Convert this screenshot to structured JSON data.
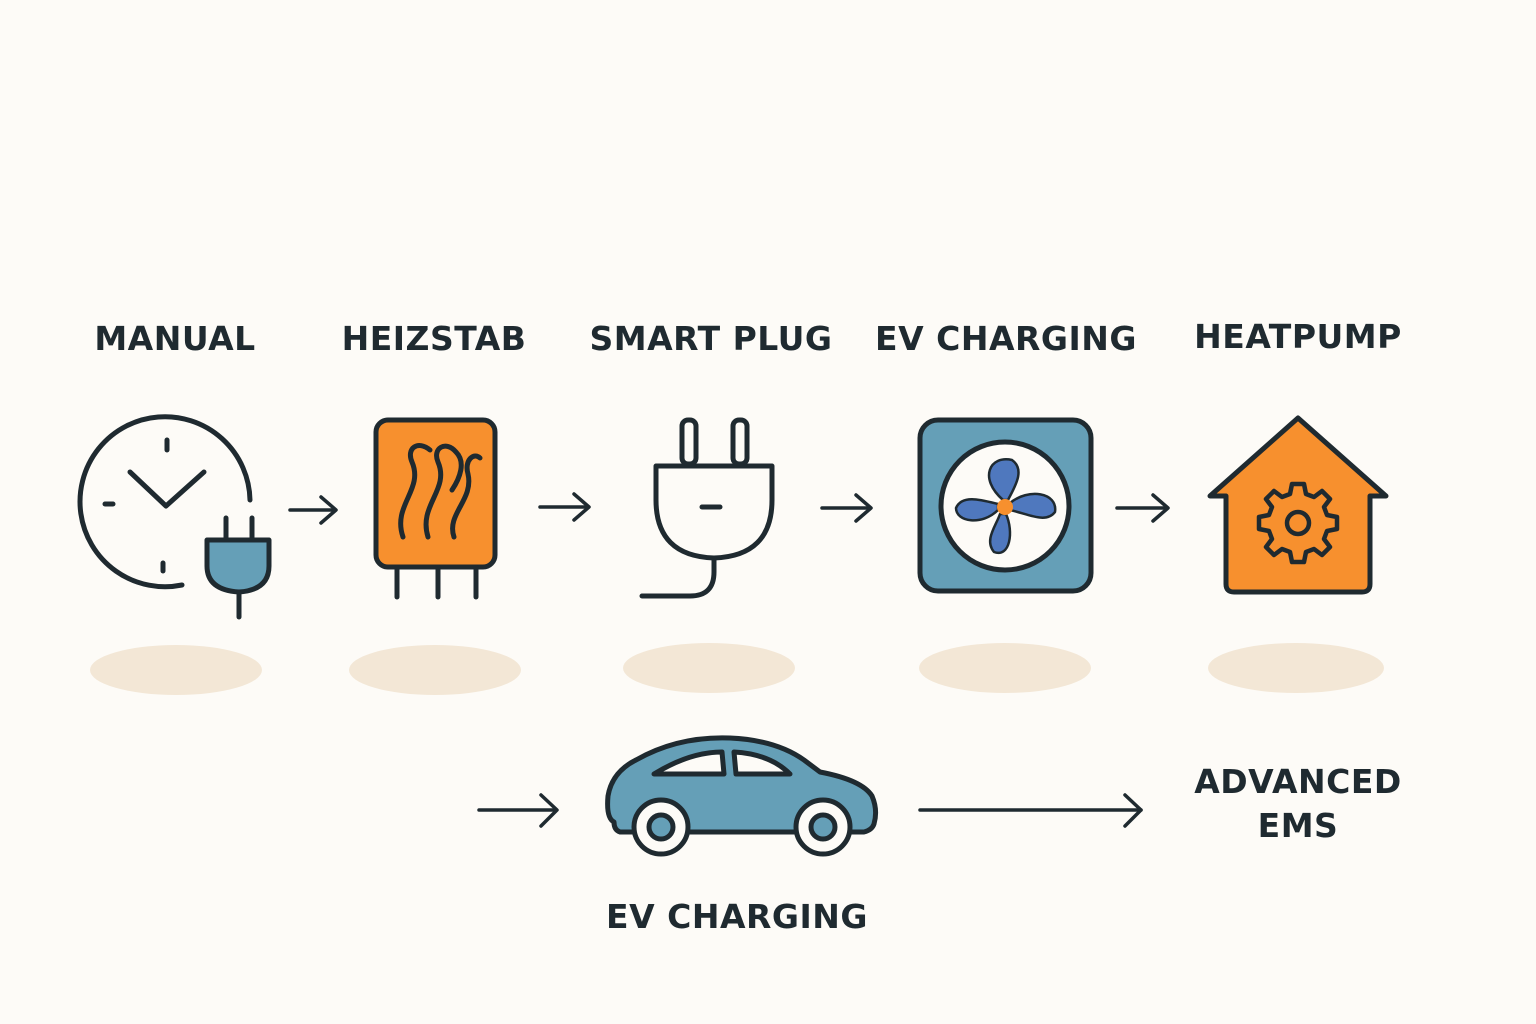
{
  "colors": {
    "background": "#FDFBF7",
    "stroke": "#1F2A30",
    "orange": "#F7902E",
    "blue": "#659FB7",
    "fan_blade": "#4F78BE",
    "shadow": "#F3E7D6"
  },
  "steps": [
    {
      "label": "MANUAL",
      "icon": "clock-plug-icon"
    },
    {
      "label": "HEIZSTAB",
      "icon": "heating-rod-icon"
    },
    {
      "label": "SMART PLUG",
      "icon": "plug-icon"
    },
    {
      "label": "EV CHARGING",
      "icon": "fan-box-icon"
    },
    {
      "label": "HEATPUMP",
      "icon": "house-gear-icon"
    }
  ],
  "bottom": {
    "car_label": "EV CHARGING",
    "car_icon": "car-icon",
    "final_label_line1": "ADVANCED",
    "final_label_line2": "EMS"
  }
}
